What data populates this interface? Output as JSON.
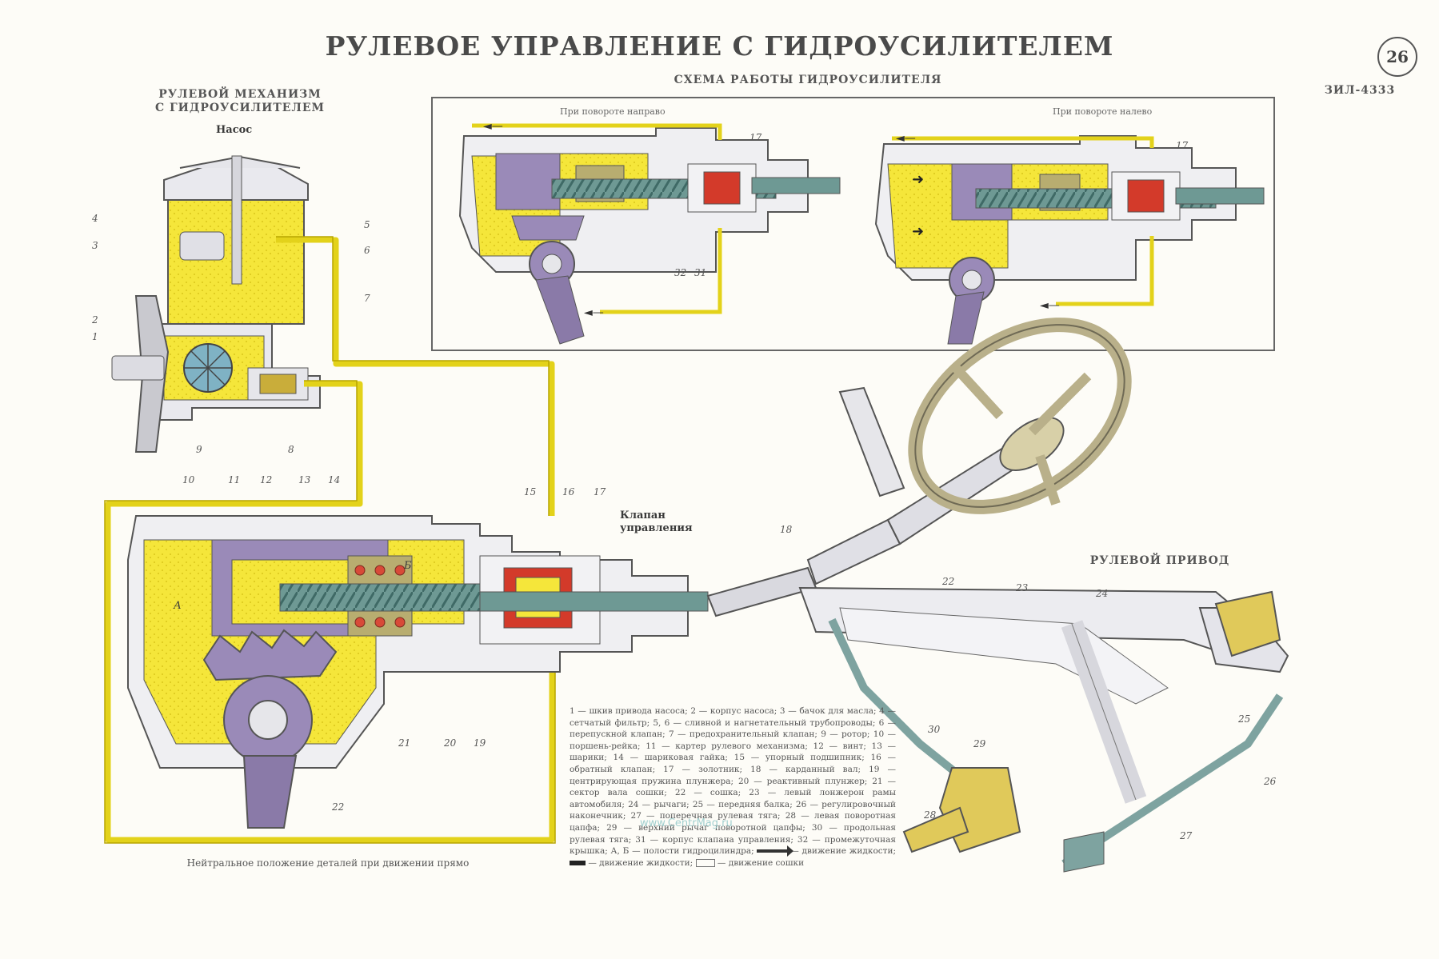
{
  "title": "РУЛЕВОЕ УПРАВЛЕНИЕ С ГИДРОУСИЛИТЕЛЕМ",
  "plate_number": "26",
  "model": "ЗИЛ-4333",
  "scheme_title": "СХЕМА РАБОТЫ ГИДРОУСИЛИТЕЛЯ",
  "turn_right": "При повороте направо",
  "turn_left": "При повороте налево",
  "mechanism_title_1": "РУЛЕВОЙ МЕХАНИЗМ",
  "mechanism_title_2": "С ГИДРОУСИЛИТЕЛЕМ",
  "pump_label": "Насос",
  "valve_label_1": "Клапан",
  "valve_label_2": "управления",
  "drive_title": "РУЛЕВОЙ ПРИВОД",
  "neutral_caption": "Нейтральное положение деталей при движении прямо",
  "watermark": "www.CentrMag.ru",
  "cavity_a": "А",
  "cavity_b": "Б",
  "legend": {
    "text": "1 — шкив привода насоса; 2 — корпус насоса; 3 — бачок для масла; 4 — сетчатый фильтр; 5, 6 — сливной и нагнетательный трубопроводы; 6 — перепускной клапан; 7 — предохранительный клапан; 9 — ротор; 10 — поршень-рейка; 11 — картер рулевого механизма; 12 — винт; 13 — шарики; 14 — шариковая гайка; 15 — упорный подшипник; 16 — обратный клапан; 17 — золотник; 18 — карданный вал; 19 — центрирующая пружина плунжера; 20 — реактивный плунжер; 21 — сектор вала сошки; 22 — сошка; 23 — левый лонжерон рамы автомобиля; 24 — рычаги; 25 — передняя балка; 26 — регулировочный наконечник; 27 — поперечная рулевая тяга; 28 — левая поворотная цапфа; 29 — верхний рычаг поворотной цапфы; 30 — продольная рулевая тяга; 31 — корпус клапана управления; 32 — промежуточная крышка; А, Б — полости гидроцилиндра;",
    "fluid_motion": "— движение жидкости;",
    "fluid_motion_2": "— движение жидкости;",
    "pitman_motion": "— движение сошки"
  },
  "pump_numbers": [
    "4",
    "3",
    "2",
    "1",
    "5",
    "6",
    "7",
    "9",
    "8"
  ],
  "mech_numbers": [
    "10",
    "11",
    "12",
    "13",
    "14",
    "15",
    "16",
    "17",
    "18",
    "21",
    "20",
    "19",
    "22"
  ],
  "scheme_numbers": [
    "17",
    "32",
    "31",
    "17"
  ],
  "drive_numbers": [
    "22",
    "23",
    "24",
    "25",
    "26",
    "27",
    "28",
    "29",
    "30"
  ],
  "corner_left_top": "",
  "corner_left_bottom": "",
  "corner_right_bottom": "",
  "colors": {
    "oil": "#f5e63a",
    "oil_dark": "#c8b400",
    "piston": "#9a8ab8",
    "metal": "#e9e9ee",
    "shaft": "#5f8f8a",
    "seal": "#d33a2a",
    "outline": "#555"
  }
}
